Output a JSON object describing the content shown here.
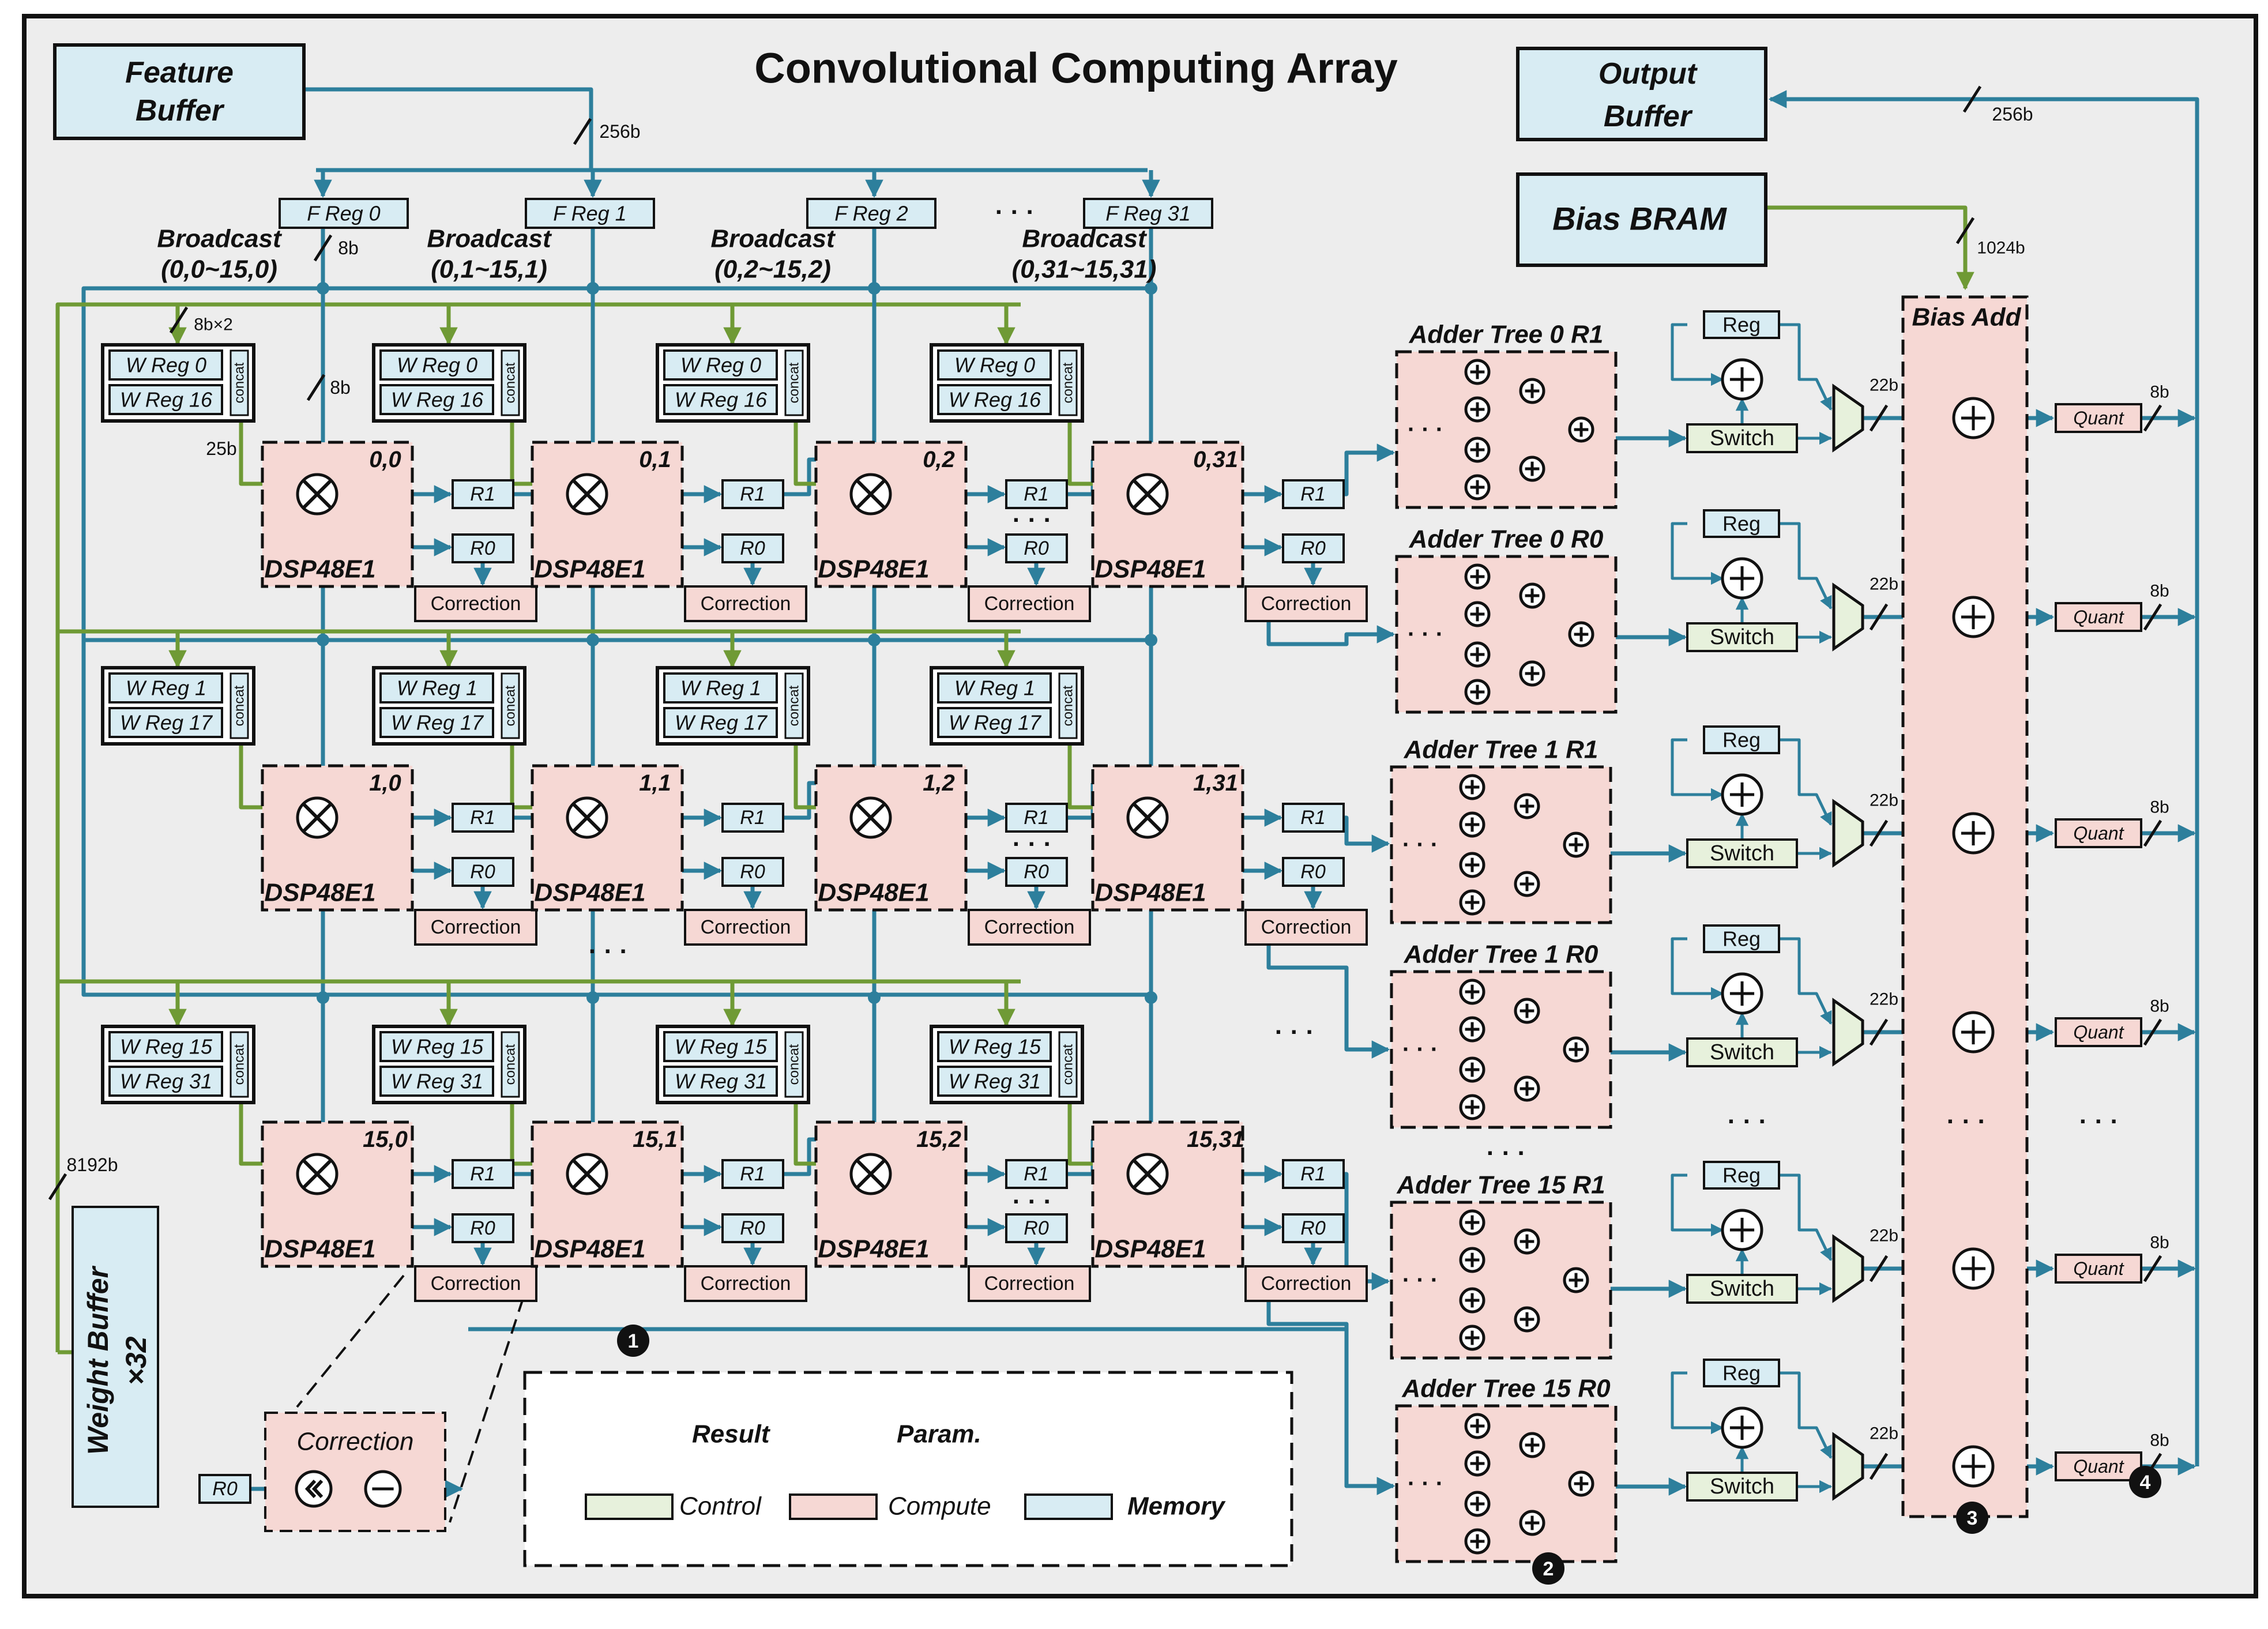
{
  "title": "Convolutional Computing Array",
  "memories": {
    "feature_buffer": "Feature Buffer",
    "output_buffer": "Output Buffer",
    "bias_bram": "Bias BRAM",
    "weight_buffer": "Weight Buffer",
    "weight_buffer_mult": "×32"
  },
  "bus_widths": {
    "feature": "256b",
    "output": "256b",
    "bias": "1024b",
    "weight": "8192b",
    "broadcast": "8b",
    "dsp_in": "8b",
    "weight_pair": "8b×2",
    "param": "25b",
    "adder_out": "22b",
    "quant_out": "8b"
  },
  "feature_regs": [
    {
      "label": "F Reg 0",
      "broadcast": "Broadcast",
      "range": "(0,0~15,0)"
    },
    {
      "label": "F Reg 1",
      "broadcast": "Broadcast",
      "range": "(0,1~15,1)"
    },
    {
      "label": "F Reg 2",
      "broadcast": "Broadcast",
      "range": "(0,2~15,2)"
    },
    {
      "label": "F Reg 31",
      "broadcast": "Broadcast",
      "range": "(0,31~15,31)"
    }
  ],
  "pe_rows": [
    {
      "w_top": "W Reg 0",
      "w_bottom": "W Reg 16",
      "ids": [
        "0,0",
        "0,1",
        "0,2",
        "0,31"
      ]
    },
    {
      "w_top": "W Reg 1",
      "w_bottom": "W Reg 17",
      "ids": [
        "1,0",
        "1,1",
        "1,2",
        "1,31"
      ]
    },
    {
      "w_top": "W Reg 15",
      "w_bottom": "W Reg 31",
      "ids": [
        "15,0",
        "15,1",
        "15,2",
        "15,31"
      ]
    }
  ],
  "pe_labels": {
    "dsp": "DSP48E1",
    "concat": "concat",
    "r1": "R1",
    "r0": "R0",
    "correction": "Correction"
  },
  "adder_trees": [
    "Adder Tree 0 R1",
    "Adder Tree 0 R0",
    "Adder Tree 1 R1",
    "Adder Tree 1 R0",
    "Adder Tree 15 R1",
    "Adder Tree 15 R0"
  ],
  "accum": {
    "reg": "Reg",
    "switch": "Switch"
  },
  "bias_add": "Bias Add",
  "quant": "Quant",
  "ellipsis": "…",
  "dots": "· · ·",
  "correction_detail": {
    "title": "Correction",
    "input": "R0"
  },
  "legend": {
    "result": "Result",
    "param": "Param.",
    "control": "Control",
    "compute": "Compute",
    "memory": "Memory"
  },
  "markers": [
    "1",
    "2",
    "3",
    "4"
  ],
  "colors": {
    "result": "#2d7f9c",
    "param": "#6f9a35",
    "memory": "#d8ecf3",
    "compute": "#f6d8d4",
    "control": "#e7f1dc",
    "frame": "#ededed"
  }
}
